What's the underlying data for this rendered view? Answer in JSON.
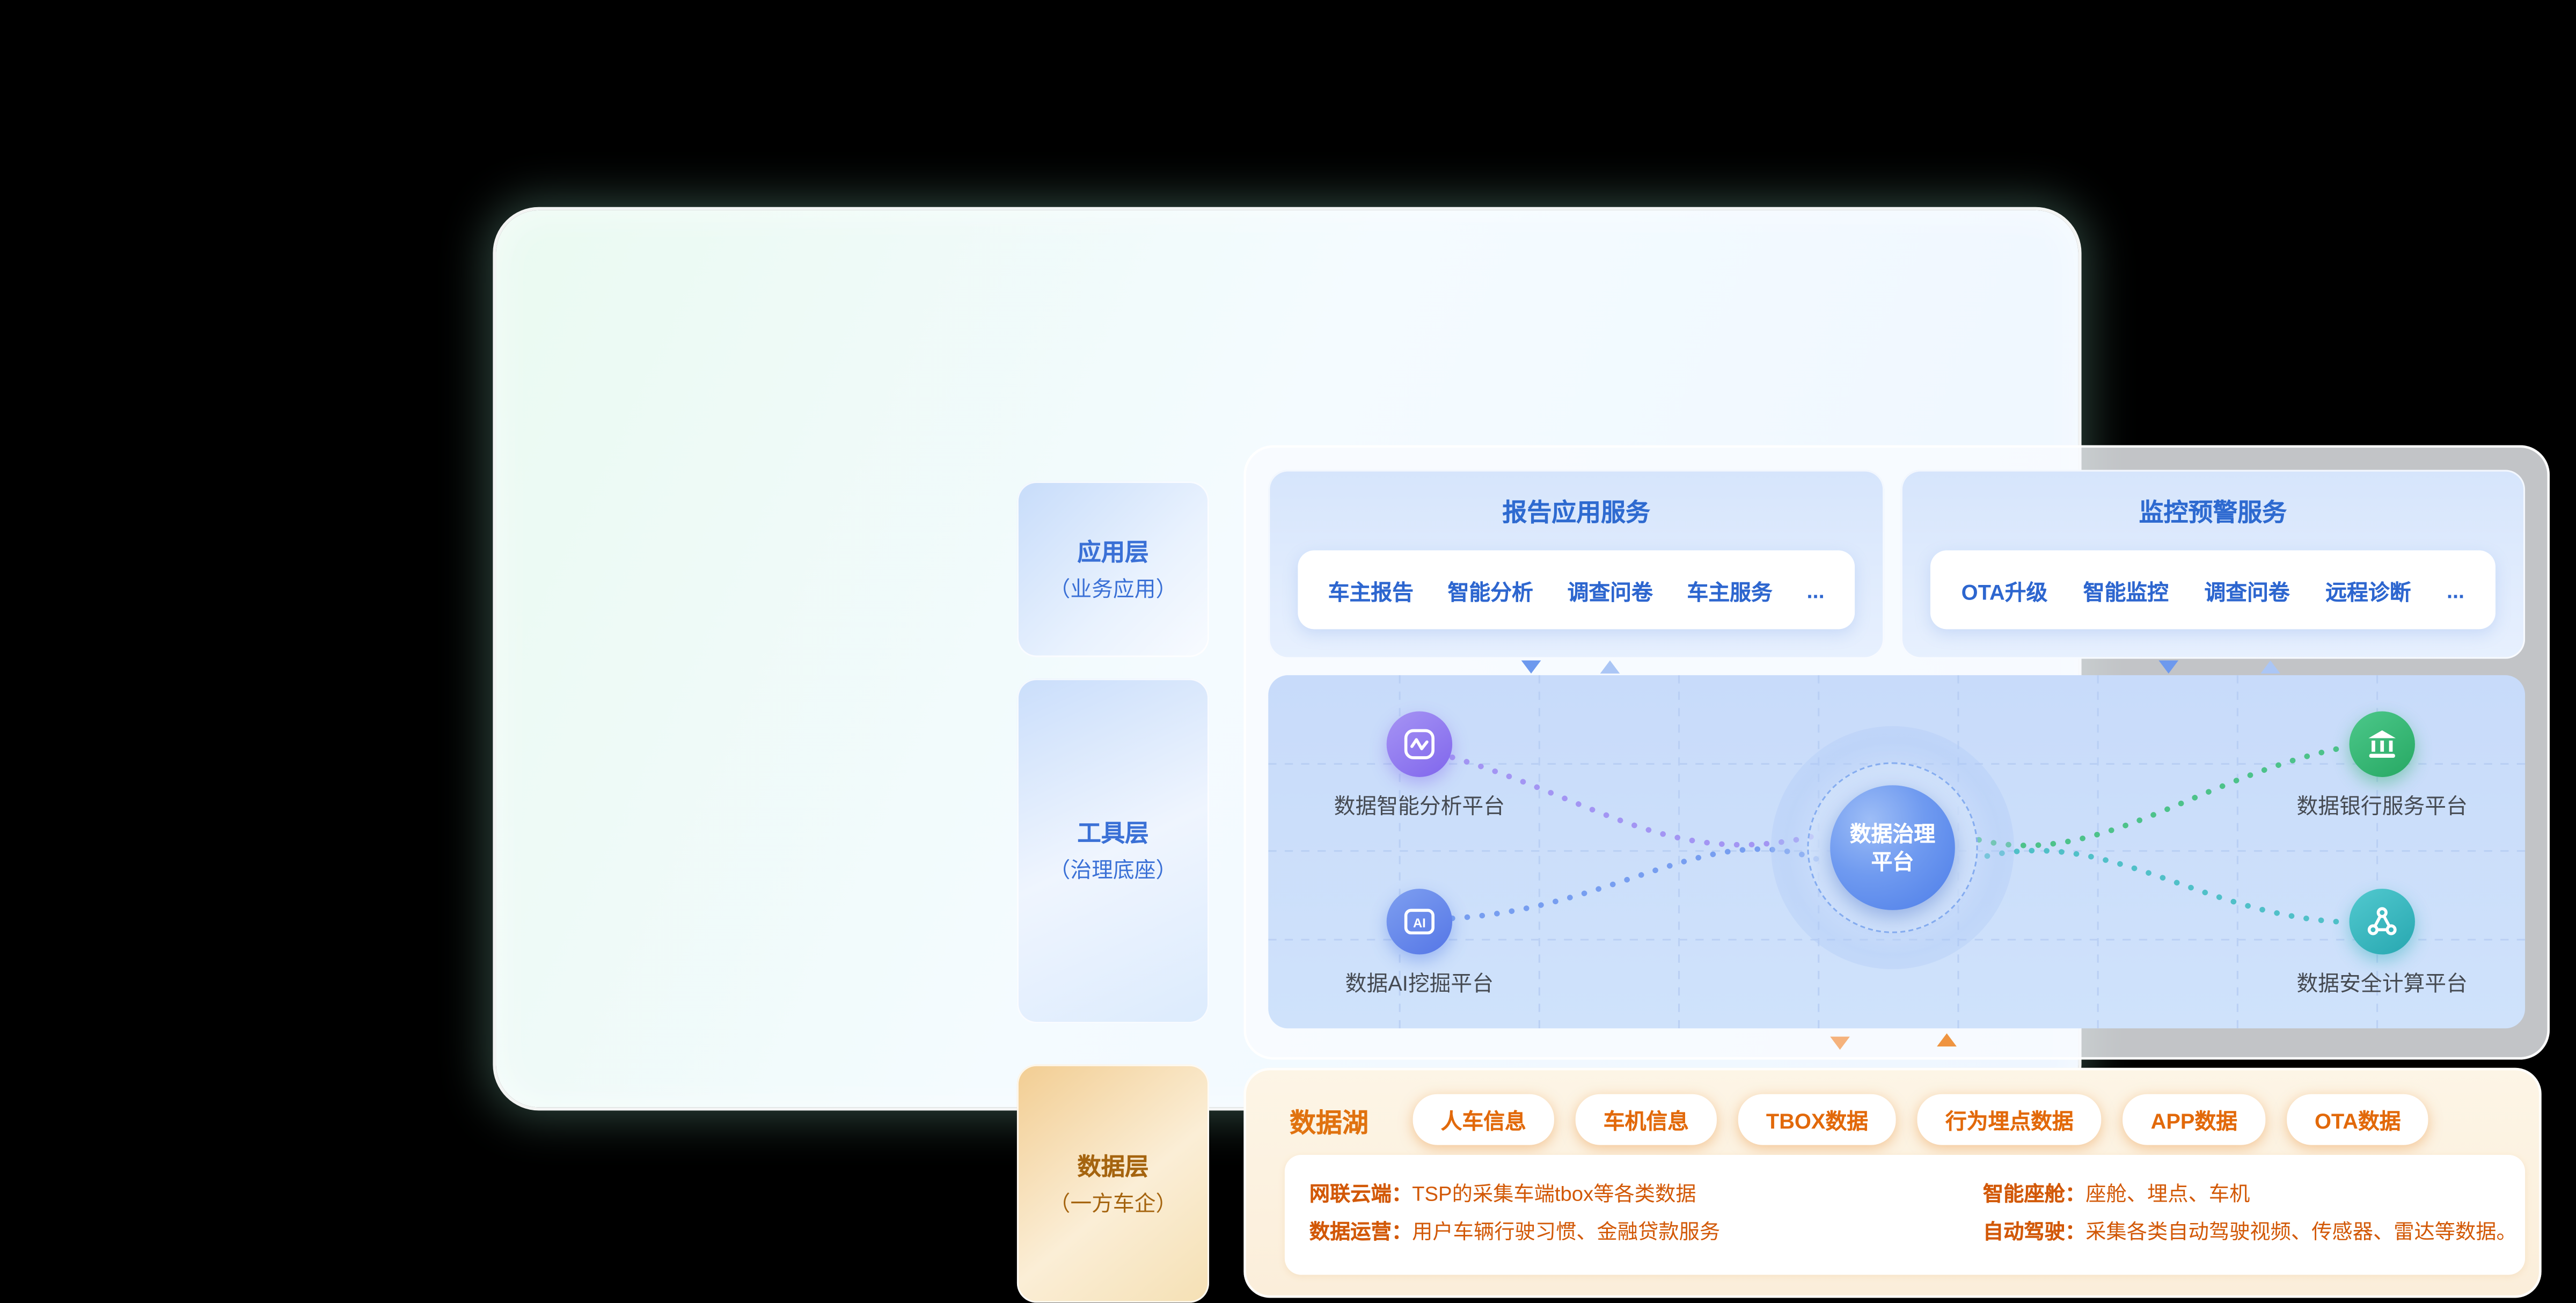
{
  "layers": [
    {
      "title": "应用层",
      "subtitle": "（业务应用）"
    },
    {
      "title": "工具层",
      "subtitle": "（治理底座）"
    },
    {
      "title": "数据层",
      "subtitle": "（一方车企）"
    }
  ],
  "services": [
    {
      "title": "报告应用服务",
      "items": [
        "车主报告",
        "智能分析",
        "调查问卷",
        "车主服务",
        "..."
      ]
    },
    {
      "title": "监控预警服务",
      "items": [
        "OTA升级",
        "智能监控",
        "调查问卷",
        "远程诊断",
        "..."
      ]
    }
  ],
  "governance": {
    "center_label": "数据治理平台",
    "nodes": [
      {
        "label": "数据智能分析平台",
        "icon": "pulse-icon",
        "color": "#8a74ee"
      },
      {
        "label": "数据AI挖掘平台",
        "icon": "ai-tag-icon",
        "color": "#5b82e8"
      },
      {
        "label": "数据银行服务平台",
        "icon": "bank-icon",
        "color": "#2eb06b"
      },
      {
        "label": "数据安全计算平台",
        "icon": "network-nodes-icon",
        "color": "#2fb0b8"
      }
    ]
  },
  "data_lake": {
    "title": "数据湖",
    "pills": [
      "人车信息",
      "车机信息",
      "TBOX数据",
      "行为埋点数据",
      "APP数据",
      "OTA数据"
    ],
    "details": [
      {
        "label": "网联云端：",
        "text": "TSP的采集车端tbox等各类数据"
      },
      {
        "label": "数据运营：",
        "text": "用户车辆行驶习惯、金融贷款服务"
      },
      {
        "label": "智能座舱：",
        "text": "座舱、埋点、车机"
      },
      {
        "label": "自动驾驶：",
        "text": "采集各类自动驾驶视频、传感器、雷达等数据。"
      }
    ]
  },
  "colors": {
    "accent_blue": "#2e6ad0",
    "accent_orange": "#e2690a",
    "hub_blue": "#4d7de8",
    "node_purple": "#8a74ee",
    "node_blue": "#5b82e8",
    "node_green": "#2eb06b",
    "node_teal": "#2fb0b8",
    "panel_blue_bg": "#d6e5fc",
    "map_bg": "#cbdefa",
    "lake_bg": "#fdf4e3"
  }
}
